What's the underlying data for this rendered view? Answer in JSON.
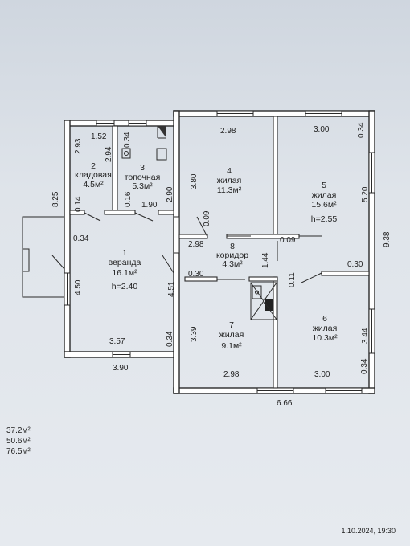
{
  "faint_header": [
    "",
    "",
    ""
  ],
  "rooms": [
    {
      "num": "1",
      "name": "веранда",
      "area": "16.1м²",
      "height": "h=2.40"
    },
    {
      "num": "2",
      "name": "кладовая",
      "area": "4.5м²"
    },
    {
      "num": "3",
      "name": "топочная",
      "area": "5.3м²"
    },
    {
      "num": "4",
      "name": "жилая",
      "area": "11.3м²"
    },
    {
      "num": "5",
      "name": "жилая",
      "area": "15.6м²",
      "height": "h=2.55"
    },
    {
      "num": "6",
      "name": "жилая",
      "area": "10.3м²"
    },
    {
      "num": "7",
      "name": "жилая",
      "area": "9.1м²"
    },
    {
      "num": "8",
      "name": "коридор",
      "area": "4.3м²"
    }
  ],
  "dimensions": {
    "d152": "1.52",
    "d034_top": "0.34",
    "d293": "2.93",
    "d294": "2.94",
    "d298_top": "2.98",
    "d300_top": "3.00",
    "d034_tr": "0.34",
    "d380": "3.80",
    "d520": "5.20",
    "d825": "8.25",
    "d014": "0.14",
    "d016": "0.16",
    "d190": "1.90",
    "d290": "2.90",
    "d009_a": "0.09",
    "d938": "9.38",
    "d034_left": "0.34",
    "d298_mid": "2.98",
    "d009_b": "0.09",
    "d144": "1.44",
    "d030_right": "0.30",
    "d450": "4.50",
    "d451": "4.51",
    "d030_mid": "0.30",
    "d011": "0.11",
    "d339": "3.39",
    "d344": "3.44",
    "d357": "3.57",
    "d034_low": "0.34",
    "d390": "3.90",
    "d298_bot": "2.98",
    "d300_bot": "3.00",
    "d034_br": "0.34",
    "d666": "6.66"
  },
  "summary": [
    "37.2м²",
    "50.6м²",
    "76.5м²"
  ],
  "timestamp": "1.10.2024, 19:30"
}
